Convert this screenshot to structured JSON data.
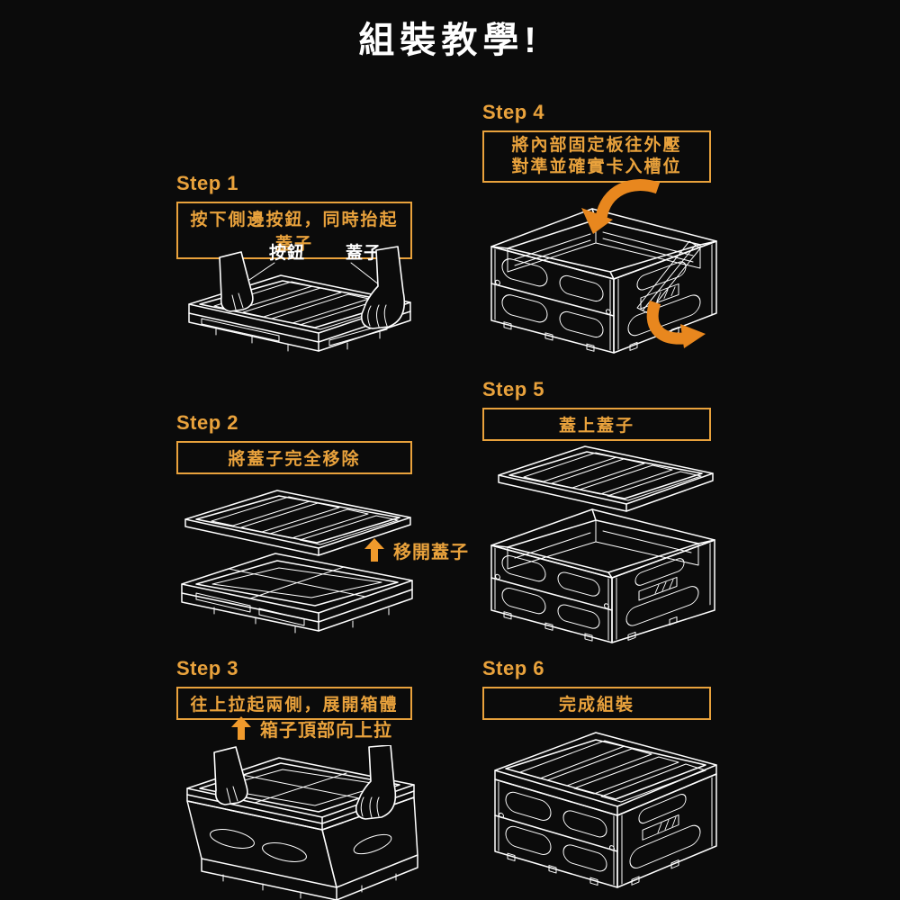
{
  "page": {
    "title": "組裝教學!",
    "colors": {
      "background": "#0B0B0B",
      "accent_orange": "#E9A23C",
      "curved_arrow_orange": "#E8871E",
      "up_arrow_orange": "#F09A2C",
      "line_art_white": "#FFFFFF"
    }
  },
  "steps": [
    {
      "label": "Step 1",
      "instruction": "按下側邊按鈕，同時抬起蓋子",
      "callouts": {
        "button": "按鈕",
        "lid": "蓋子"
      },
      "illustration": "folded-flat-crate-hand-pressing-button-hand-lifting-lid"
    },
    {
      "label": "Step 2",
      "instruction": "將蓋子完全移除",
      "callouts": {
        "note": "移開蓋子"
      },
      "illustration": "lid-lifted-above-folded-crate"
    },
    {
      "label": "Step 3",
      "instruction": "往上拉起兩側，展開箱體",
      "callouts": {
        "note": "箱子頂部向上拉"
      },
      "illustration": "hands-pulling-crate-top-upward-scissor-open"
    },
    {
      "label": "Step 4",
      "instruction_lines": [
        "將內部固定板往外壓",
        "對準並確實卡入槽位"
      ],
      "illustration": "open-crate-curved-arrows-press-inner-boards-outward"
    },
    {
      "label": "Step 5",
      "instruction": "蓋上蓋子",
      "illustration": "lid-hovering-above-assembled-crate"
    },
    {
      "label": "Step 6",
      "instruction": "完成組裝",
      "illustration": "fully-assembled-crate-with-lid"
    }
  ]
}
